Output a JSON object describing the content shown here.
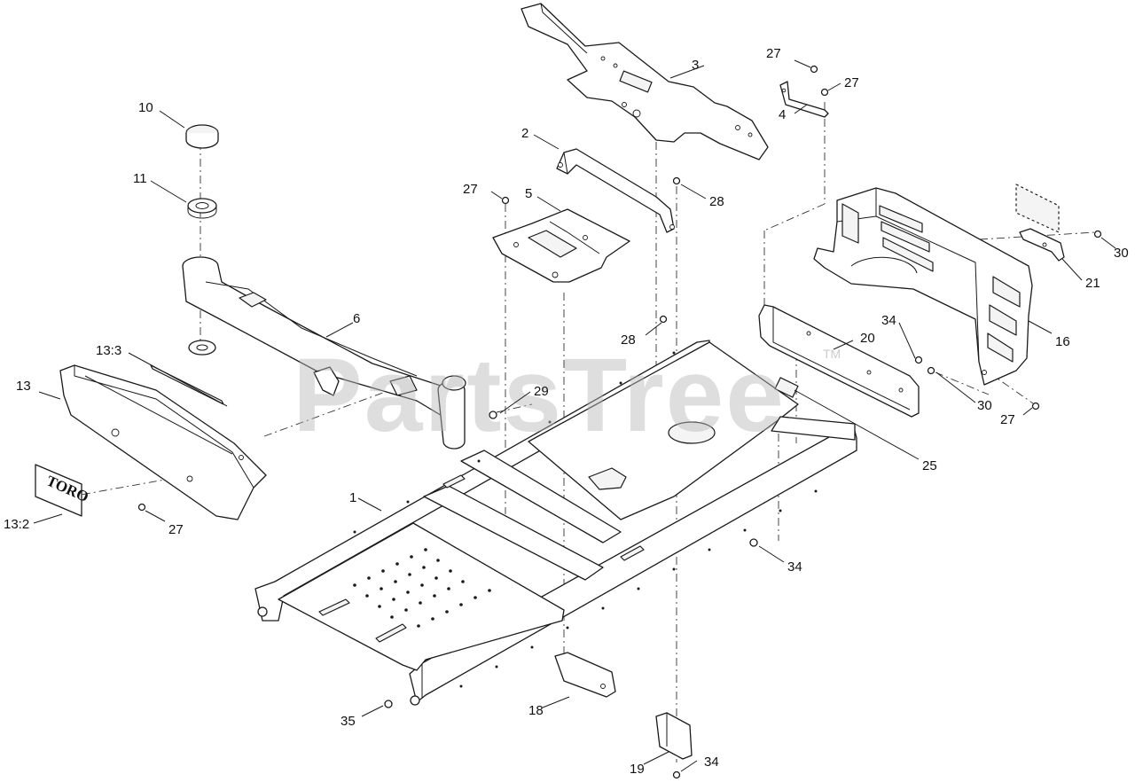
{
  "watermark": {
    "text": "PartsTree",
    "trademark": "TM"
  },
  "logo": {
    "text": "TORO"
  },
  "callouts": [
    {
      "id": "c1",
      "label": "1"
    },
    {
      "id": "c2",
      "label": "2"
    },
    {
      "id": "c3",
      "label": "3"
    },
    {
      "id": "c4",
      "label": "4"
    },
    {
      "id": "c5",
      "label": "5"
    },
    {
      "id": "c6",
      "label": "6"
    },
    {
      "id": "c10",
      "label": "10"
    },
    {
      "id": "c11",
      "label": "11"
    },
    {
      "id": "c13",
      "label": "13"
    },
    {
      "id": "c13-2",
      "label": "13:2"
    },
    {
      "id": "c13-3",
      "label": "13:3"
    },
    {
      "id": "c16",
      "label": "16"
    },
    {
      "id": "c18",
      "label": "18"
    },
    {
      "id": "c19",
      "label": "19"
    },
    {
      "id": "c20",
      "label": "20"
    },
    {
      "id": "c21",
      "label": "21"
    },
    {
      "id": "c25",
      "label": "25"
    },
    {
      "id": "c27a",
      "label": "27"
    },
    {
      "id": "c27b",
      "label": "27"
    },
    {
      "id": "c27c",
      "label": "27"
    },
    {
      "id": "c27d",
      "label": "27"
    },
    {
      "id": "c27e",
      "label": "27"
    },
    {
      "id": "c28a",
      "label": "28"
    },
    {
      "id": "c28b",
      "label": "28"
    },
    {
      "id": "c29",
      "label": "29"
    },
    {
      "id": "c30a",
      "label": "30"
    },
    {
      "id": "c30b",
      "label": "30"
    },
    {
      "id": "c34a",
      "label": "34"
    },
    {
      "id": "c34b",
      "label": "34"
    },
    {
      "id": "c34c",
      "label": "34"
    },
    {
      "id": "c35",
      "label": "35"
    }
  ]
}
